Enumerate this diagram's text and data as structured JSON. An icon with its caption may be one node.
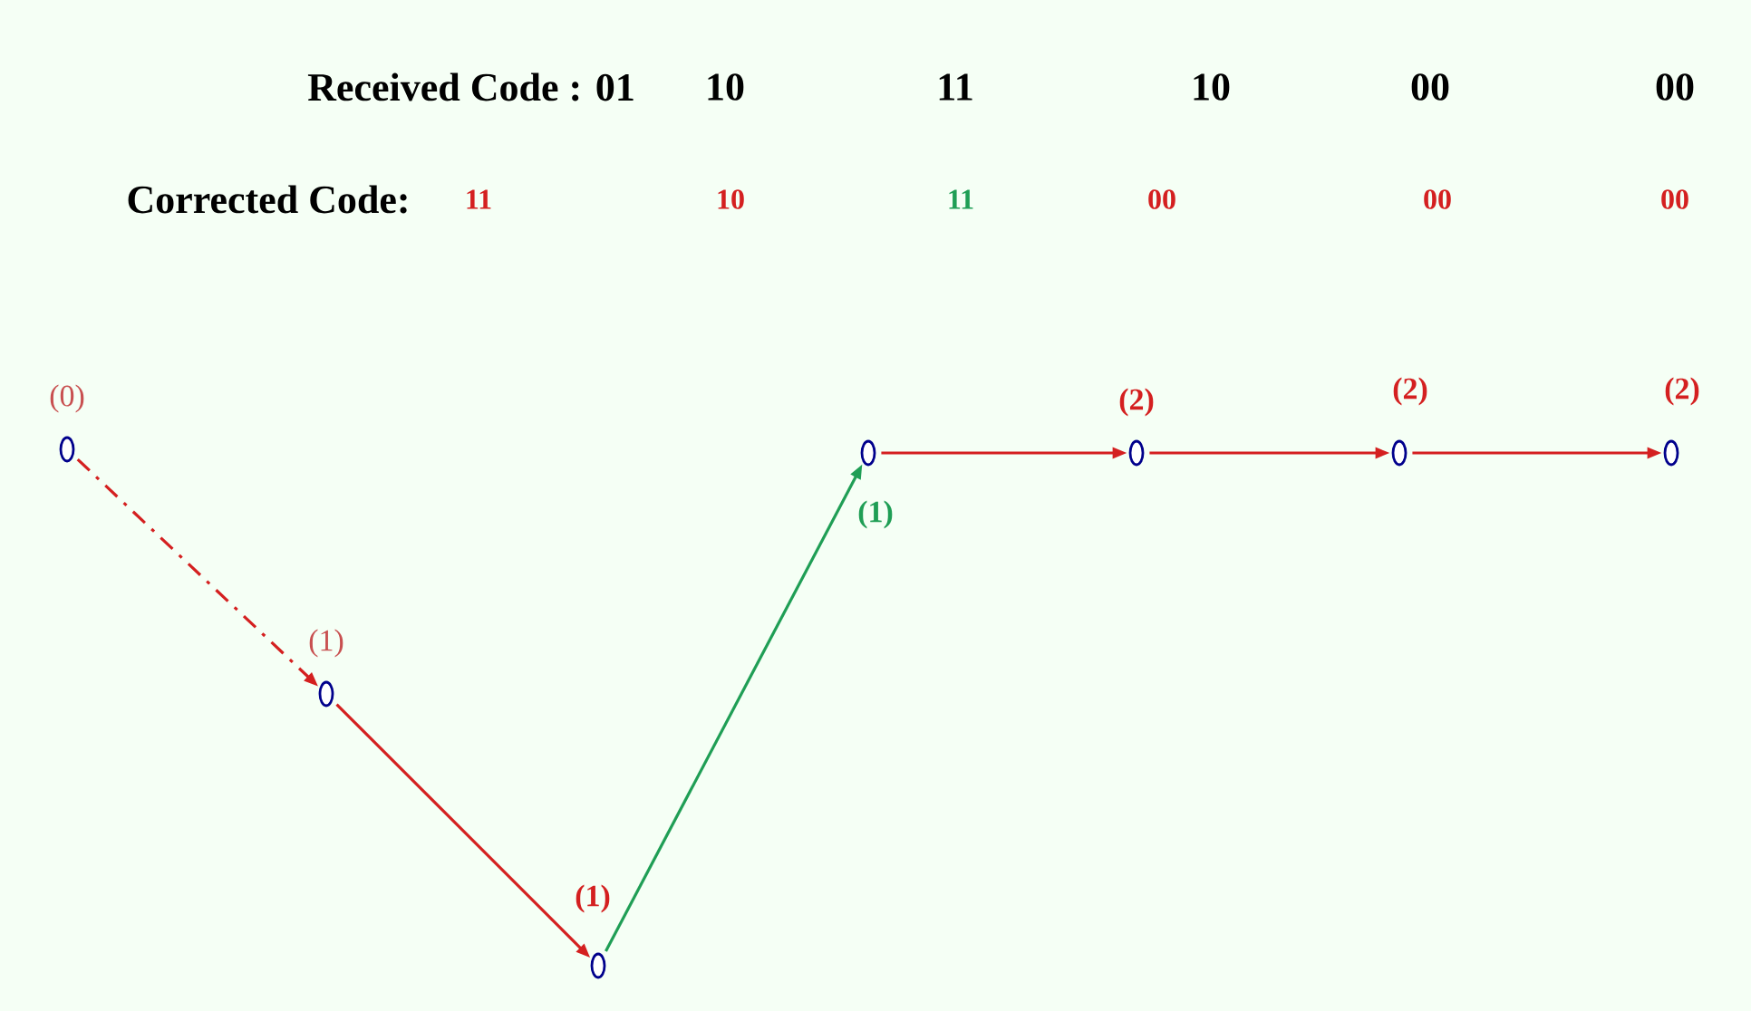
{
  "diagram": {
    "nodes": [
      {
        "text": [],
        "shape": "circle",
        "beside": [
          "(0)"
        ]
      },
      {
        "text": [],
        "shape": "circle",
        "beside": [
          "(1)"
        ]
      },
      {
        "text": [],
        "shape": "circle",
        "beside": [
          "(1)"
        ]
      },
      {
        "text": [],
        "shape": "circle",
        "beside": [
          "(1)"
        ]
      },
      {
        "text": [],
        "shape": "circle",
        "beside": [
          "(2)"
        ]
      },
      {
        "text": [],
        "shape": "circle",
        "beside": [
          "(2)"
        ]
      },
      {
        "text": [],
        "shape": "circle",
        "beside": [
          "(2)"
        ]
      }
    ],
    "edges": [
      {
        "from": 0,
        "to": 1,
        "arrow": "to",
        "style": "dashed"
      },
      {
        "from": 1,
        "to": 2,
        "arrow": "to"
      },
      {
        "from": 2,
        "to": 3,
        "arrow": "to",
        "color": "#1f9e55"
      },
      {
        "from": 3,
        "to": 4,
        "arrow": "to"
      },
      {
        "from": 4,
        "to": 5,
        "arrow": "to"
      },
      {
        "from": 5,
        "to": 6,
        "arrow": "to"
      }
    ],
    "labels": [
      "Received Code : 01",
      "10",
      "11",
      "10",
      "00",
      "00",
      "Corrected Code:",
      "11",
      "10",
      "11",
      "00",
      "00",
      "00"
    ]
  }
}
